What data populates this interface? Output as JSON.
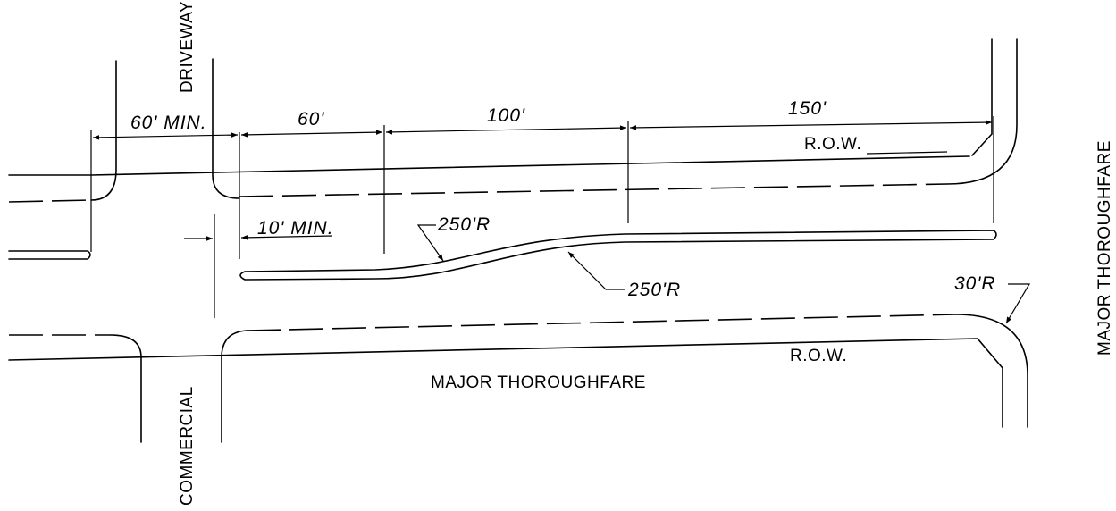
{
  "labels": {
    "driveway": "DRIVEWAY",
    "commercial": "COMMERCIAL",
    "major_thoroughfare_bottom": "MAJOR THOROUGHFARE",
    "major_thoroughfare_right": "MAJOR THOROUGHFARE",
    "row_top": "R.O.W.",
    "row_bottom": "R.O.W."
  },
  "dimensions": {
    "min_60": "60' MIN.",
    "d60": "60'",
    "d100": "100'",
    "d150": "150'",
    "min_10": "10' MIN.",
    "radius_250_upper": "250'R",
    "radius_250_lower": "250'R",
    "radius_30": "30'R"
  }
}
